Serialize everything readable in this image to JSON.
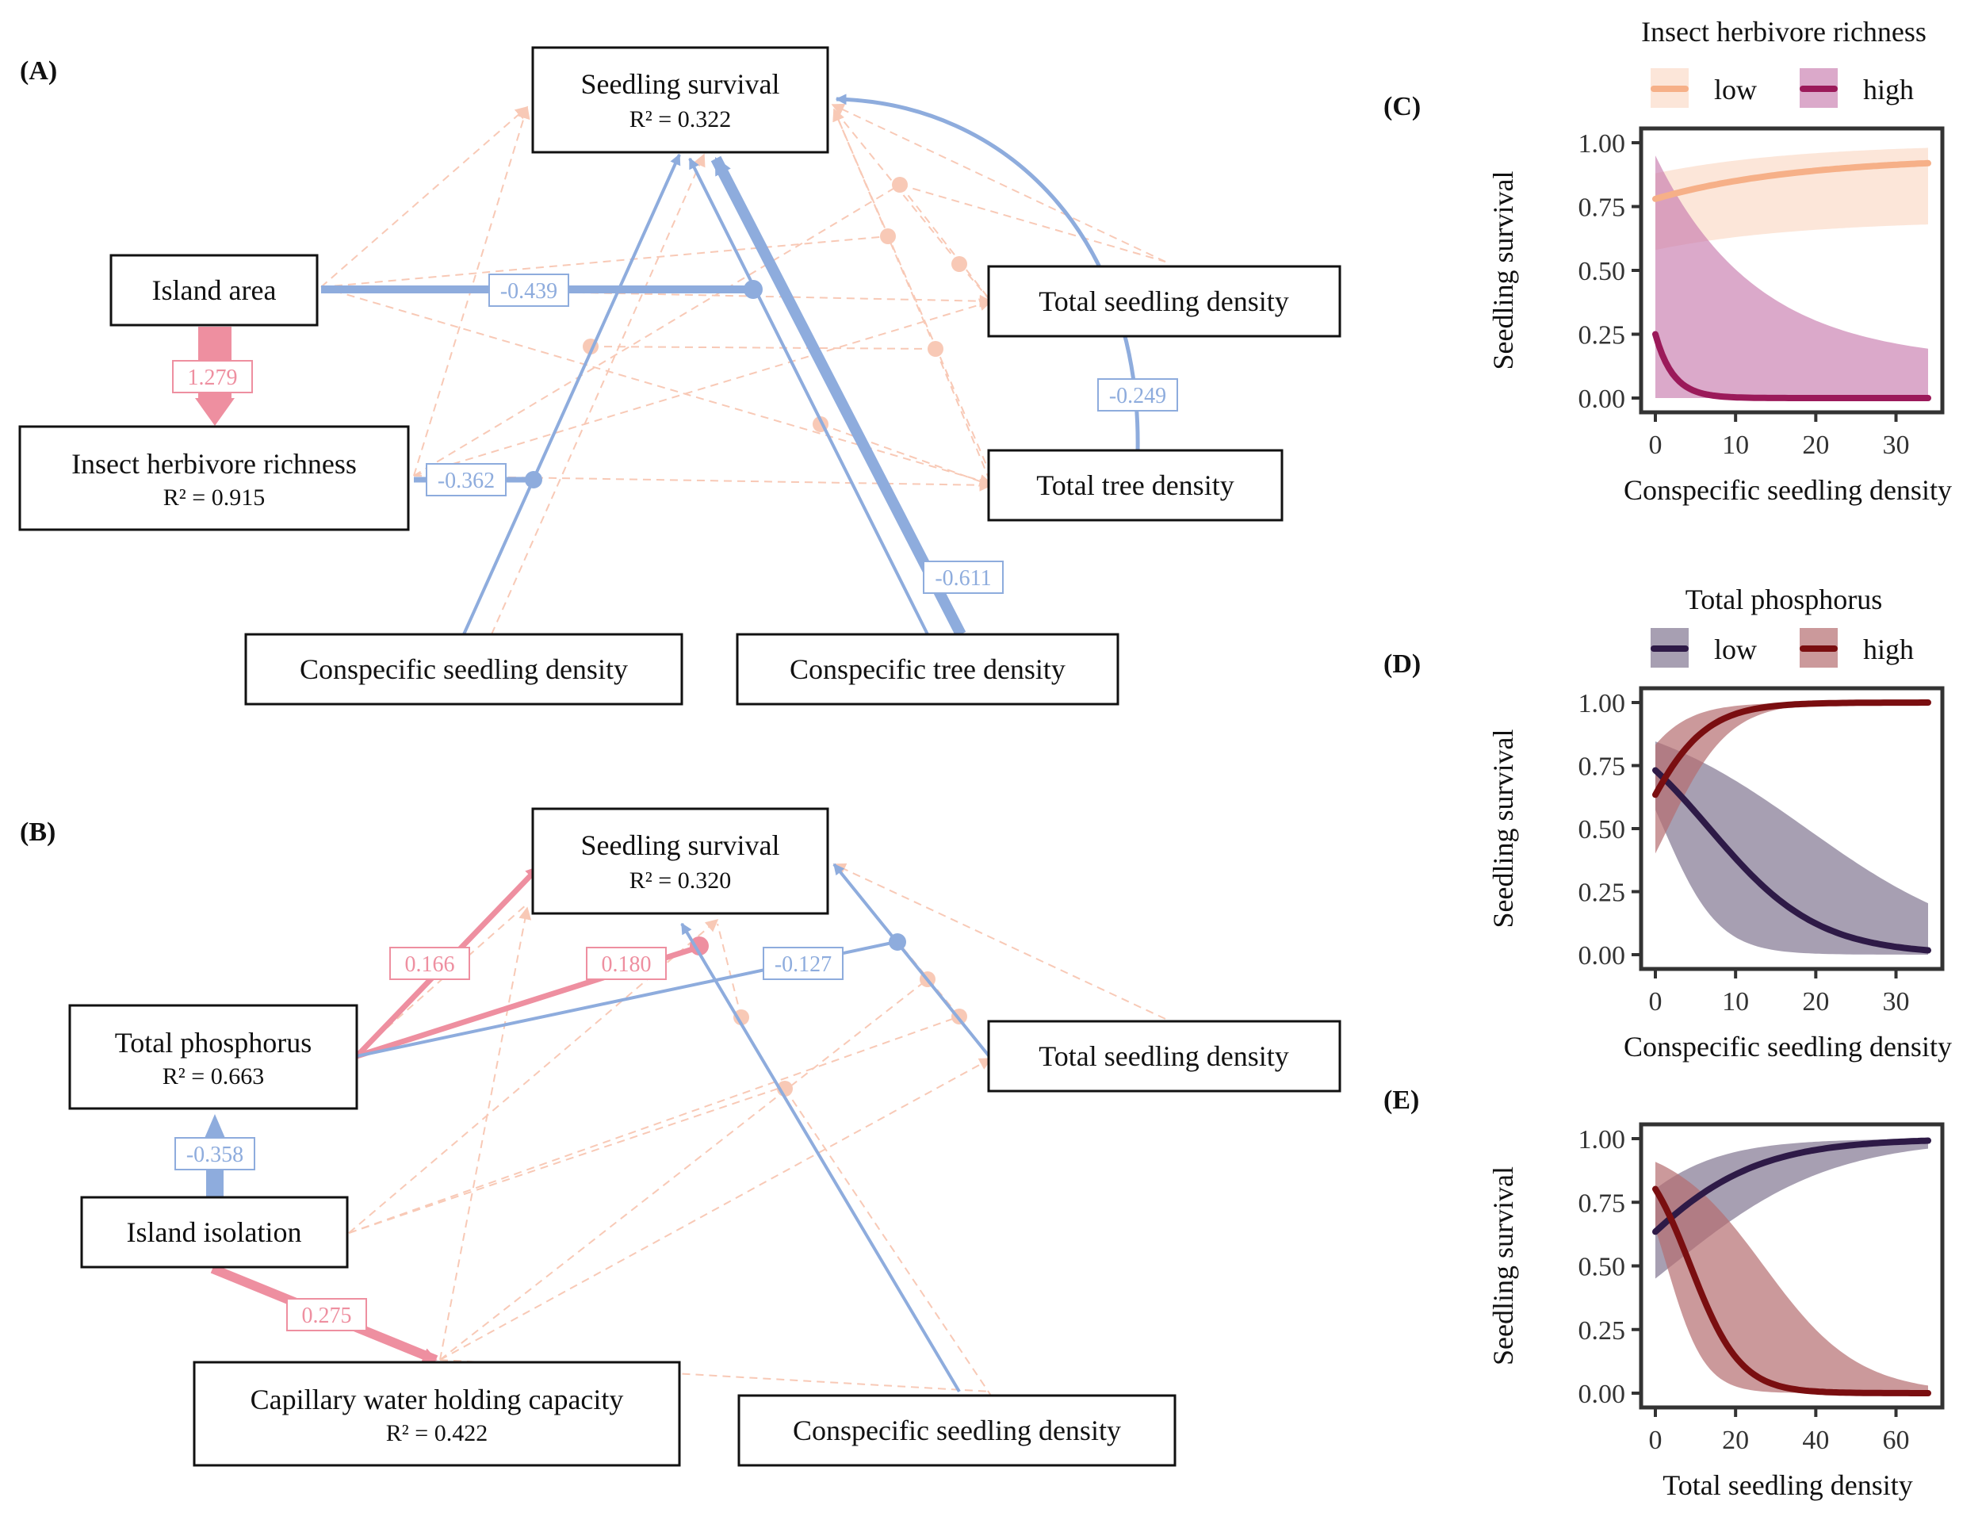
{
  "colors": {
    "negative": "#8EACDD",
    "positive": "#EE8FA0",
    "nonsignificant": "#F8C9B6",
    "c_low": "#F6B088",
    "c_high": "#9B1A5A",
    "c_high_band": "#C77BAE",
    "d_low": "#2E1A47",
    "d_high": "#7A0E10",
    "d_high_band": "#B56E70"
  },
  "icons": {
    "arrow": "triangle-arrowhead",
    "negative_marker": "filled-circle-end",
    "legend_key": "line-on-band-swatch"
  },
  "panels": {
    "A": {
      "label": "(A)",
      "nodes": {
        "seedling_survival": {
          "title": "Seedling survival",
          "r2": "R² = 0.322"
        },
        "island_area": {
          "title": "Island area"
        },
        "insect_richness": {
          "title": "Insect herbivore richness",
          "r2": "R² = 0.915"
        },
        "total_seedling": {
          "title": "Total seedling density"
        },
        "total_tree": {
          "title": "Total tree density"
        },
        "consp_seedling": {
          "title": "Conspecific seedling density"
        },
        "consp_tree": {
          "title": "Conspecific tree density"
        }
      },
      "coefs": {
        "area_richness": "1.279",
        "area_interaction": "-0.439",
        "richness_interaction": "-0.362",
        "tree_survival": "-0.249",
        "consptree_survival": "-0.611"
      }
    },
    "B": {
      "label": "(B)",
      "nodes": {
        "seedling_survival": {
          "title": "Seedling survival",
          "r2": "R² = 0.320"
        },
        "total_phosphorus": {
          "title": "Total phosphorus",
          "r2": "R² = 0.663"
        },
        "island_isolation": {
          "title": "Island isolation"
        },
        "capillary": {
          "title": "Capillary water holding capacity",
          "r2": "R² = 0.422"
        },
        "total_seedling": {
          "title": "Total seedling density"
        },
        "consp_seedling": {
          "title": "Conspecific seedling density"
        }
      },
      "coefs": {
        "tp_survival": "0.166",
        "tp_interaction_consp": "0.180",
        "tp_interaction_total": "-0.127",
        "isolation_tp": "-0.358",
        "isolation_capillary": "0.275"
      }
    }
  },
  "chart_data": [
    {
      "type": "line",
      "panel": "(C)",
      "legend_title": "Insect herbivore richness",
      "legend": [
        "low",
        "high"
      ],
      "xlabel": "Conspecific seedling density",
      "ylabel": "Seedling survival",
      "xlim": [
        0,
        34
      ],
      "ylim": [
        0,
        1
      ],
      "xticks": [
        0,
        10,
        20,
        30
      ],
      "yticks": [
        "0.00",
        "0.25",
        "0.50",
        "0.75",
        "1.00"
      ],
      "series": [
        {
          "name": "low",
          "x": [
            0,
            34
          ],
          "y0": 0.78,
          "y1": 0.92,
          "lower0": 0.58,
          "lower1": 0.68,
          "upper0": 0.88,
          "upper1": 0.98,
          "shape": "exp"
        },
        {
          "name": "high",
          "x": [
            0,
            34
          ],
          "y0": 0.25,
          "rate": 0.45,
          "upper0": 0.95,
          "urate": 0.08,
          "ufloor": 0.14,
          "lower": 0.0,
          "shape": "decay"
        }
      ]
    },
    {
      "type": "line",
      "panel": "(D)",
      "legend_title": "Total phosphorus",
      "legend": [
        "low",
        "high"
      ],
      "xlabel": "Conspecific seedling density",
      "ylabel": "Seedling survival",
      "xlim": [
        0,
        34
      ],
      "ylim": [
        0,
        1
      ],
      "xticks": [
        0,
        10,
        20,
        30
      ],
      "yticks": [
        "0.00",
        "0.25",
        "0.50",
        "0.75",
        "1.00"
      ],
      "series": [
        {
          "name": "low",
          "b0": 1.0,
          "b1": -0.148,
          "lo_b0": 0.3,
          "lo_b1": -0.29,
          "hi_b0": 1.7,
          "hi_b1": -0.09
        },
        {
          "name": "high",
          "b0": 0.55,
          "b1": 0.25,
          "lo_b0": -0.4,
          "lo_b1": 0.26,
          "hi_b0": 1.6,
          "hi_b1": 0.27
        }
      ]
    },
    {
      "type": "line",
      "panel": "(E)",
      "xlabel": "Total seedling density",
      "ylabel": "Seedling survival",
      "xlim": [
        0,
        68
      ],
      "ylim": [
        0,
        1
      ],
      "xticks": [
        0,
        20,
        40,
        60
      ],
      "yticks": [
        "0.00",
        "0.25",
        "0.50",
        "0.75",
        "1.00"
      ],
      "series": [
        {
          "name": "low",
          "b0": 0.55,
          "b1": 0.063,
          "lo_b0": -0.2,
          "lo_b1": 0.05,
          "hi_b0": 1.4,
          "hi_b1": 0.075
        },
        {
          "name": "high",
          "b0": 1.4,
          "b1": -0.16,
          "lo_b0": 0.6,
          "lo_b1": -0.21,
          "hi_b0": 2.3,
          "hi_b1": -0.085
        }
      ]
    }
  ]
}
